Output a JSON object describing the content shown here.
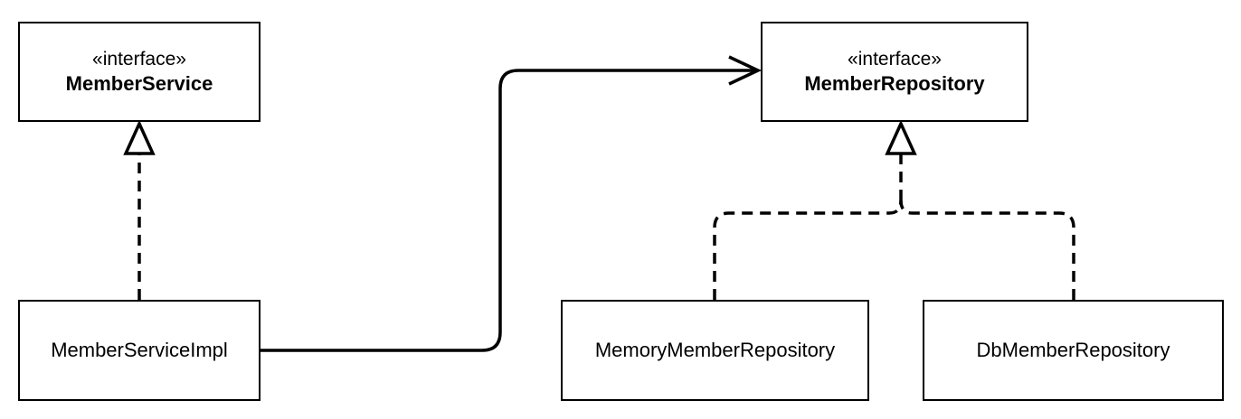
{
  "diagram": {
    "nodes": {
      "member_service": {
        "stereotype": "«interface»",
        "name": "MemberService"
      },
      "member_repository": {
        "stereotype": "«interface»",
        "name": "MemberRepository"
      },
      "member_service_impl": {
        "name": "MemberServiceImpl"
      },
      "memory_member_repository": {
        "name": "MemoryMemberRepository"
      },
      "db_member_repository": {
        "name": "DbMemberRepository"
      }
    },
    "edges": [
      {
        "from": "MemberServiceImpl",
        "to": "MemberService",
        "kind": "realization"
      },
      {
        "from": "MemberServiceImpl",
        "to": "MemberRepository",
        "kind": "association"
      },
      {
        "from": "MemoryMemberRepository",
        "to": "MemberRepository",
        "kind": "realization"
      },
      {
        "from": "DbMemberRepository",
        "to": "MemberRepository",
        "kind": "realization"
      }
    ]
  }
}
